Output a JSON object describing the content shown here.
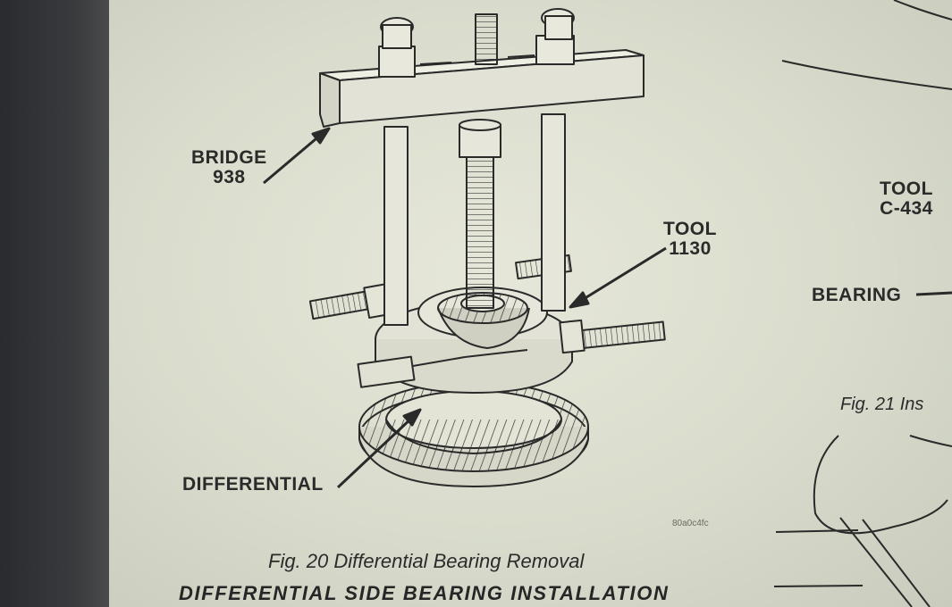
{
  "figure_20": {
    "labels": {
      "bridge": "BRIDGE",
      "bridge_number": "938",
      "tool": "TOOL",
      "tool_number": "1130",
      "differential": "DIFFERENTIAL"
    },
    "image_code": "80a0c4fc",
    "caption": "Fig. 20 Differential Bearing Removal"
  },
  "section_heading": "DIFFERENTIAL SIDE BEARING INSTALLATION",
  "figure_21": {
    "labels": {
      "tool": "TOOL",
      "tool_number": "C-434",
      "bearing": "BEARING"
    },
    "caption": "Fig. 21 Ins"
  }
}
